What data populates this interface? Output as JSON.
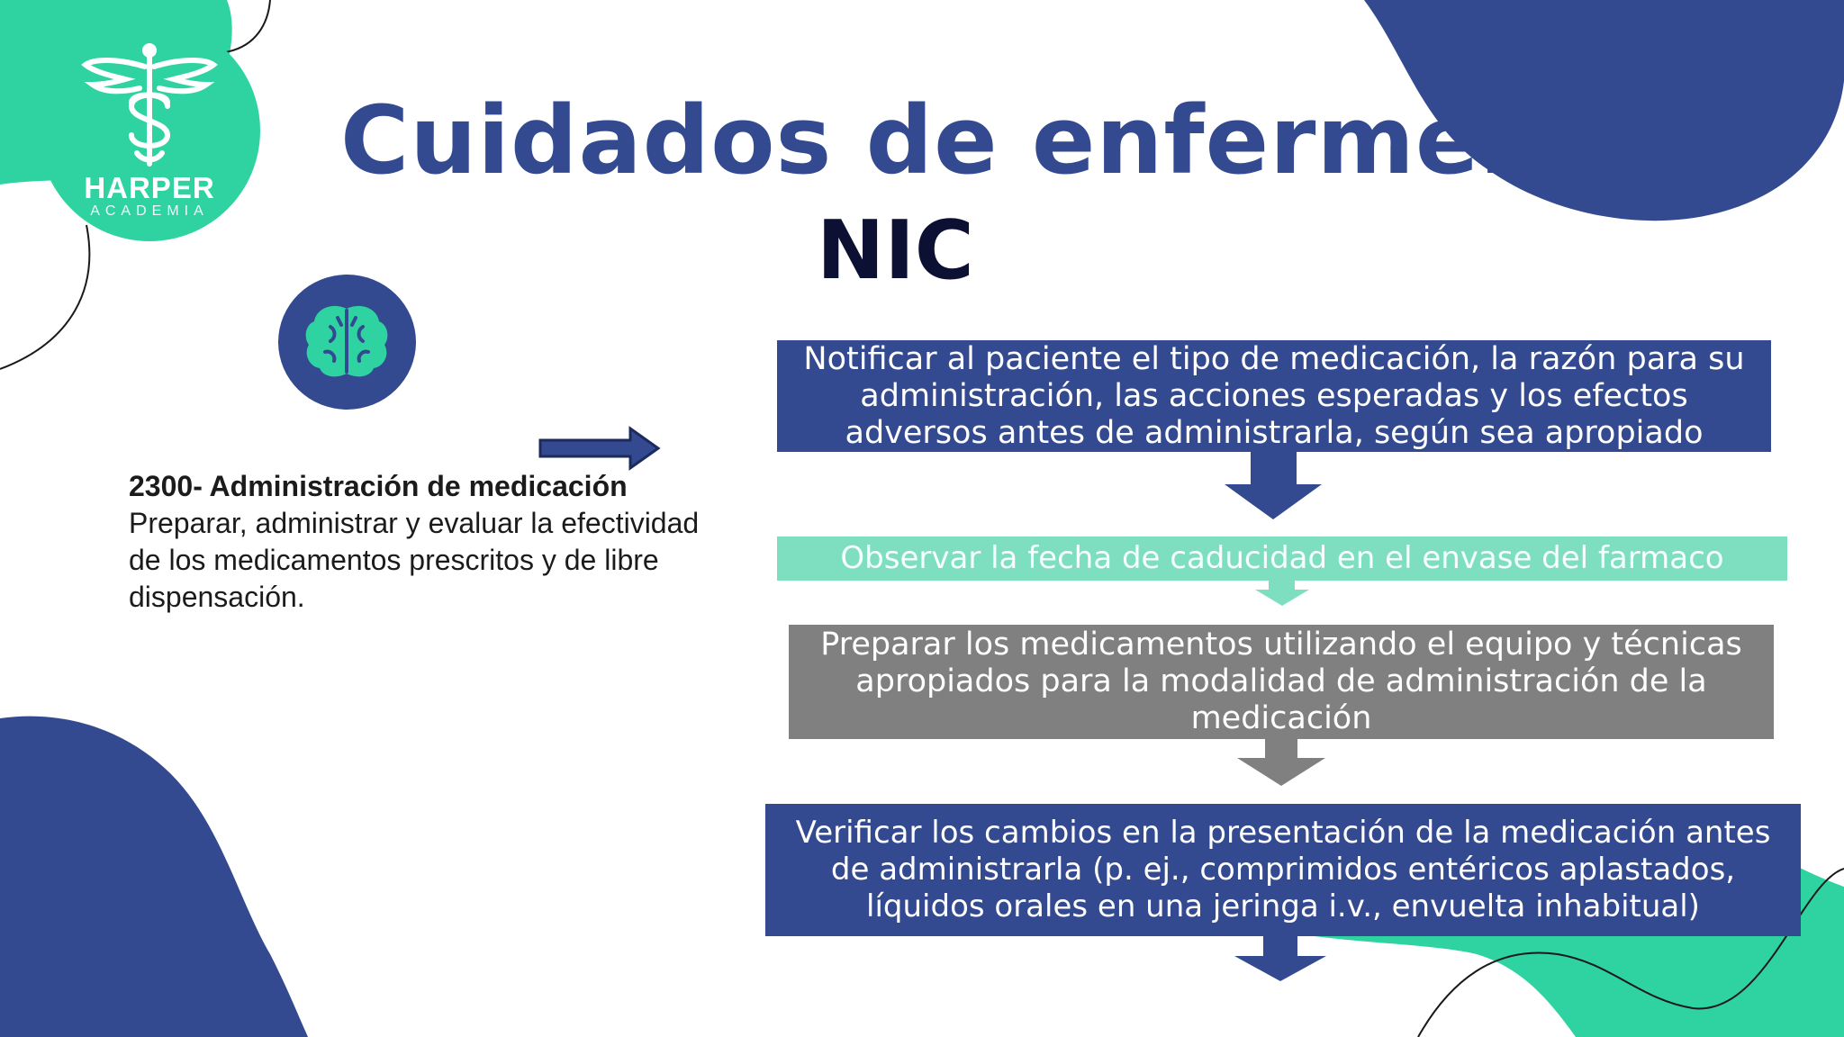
{
  "logo": {
    "name": "HARPER",
    "subtitle": "ACADEMIA",
    "icon": "caduceus-icon"
  },
  "slide": {
    "title": "Cuidados de enfermeria",
    "subtitle": "NIC"
  },
  "brain_icon": "brain-icon",
  "description": {
    "title": "2300- Administración de medicación",
    "body": "Preparar, administrar y evaluar la efectividad de los medicamentos prescritos y de libre dispensación."
  },
  "flow": [
    {
      "text": "Notificar al paciente el tipo de medicación, la razón para su administración, las acciones esperadas y los efectos adversos antes de administrarla, según sea apropiado"
    },
    {
      "text": "Observar la fecha de caducidad en el envase del farmaco"
    },
    {
      "text": "Preparar los medicamentos utilizando el equipo y técnicas apropiados para la modalidad de administración de la medicación"
    },
    {
      "text": "Verificar los cambios en la presentación de la medicación antes de administrarla (p. ej., comprimidos entéricos aplastados, líquidos orales en una jeringa i.v., envuelta inhabitual)"
    }
  ],
  "colors": {
    "navy": "#334990",
    "teal": "#2fd3a1",
    "mint": "#7ddfc0",
    "gray": "#808080",
    "dark": "#0c1033"
  }
}
